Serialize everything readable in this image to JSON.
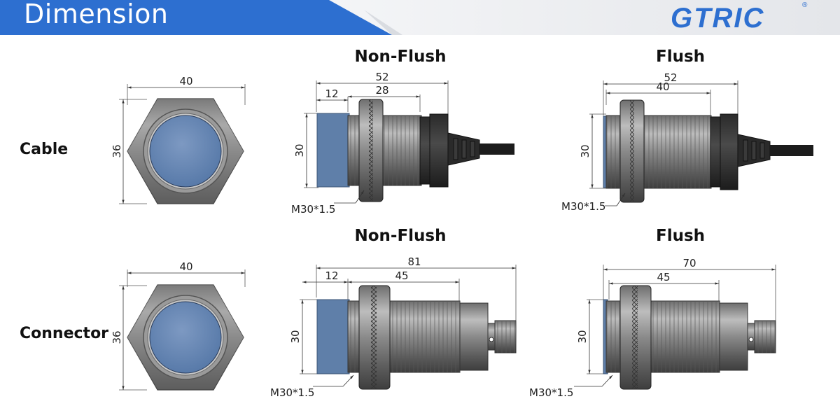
{
  "header": {
    "title": "Dimension",
    "logo": "GTRIC",
    "registered_mark": "®",
    "colors": {
      "banner": "#2d6fd0",
      "logo": "#2d6fd0"
    }
  },
  "rows": {
    "cable": "Cable",
    "connector": "Connector"
  },
  "sections": {
    "cable_nonflush_title": "Non-Flush",
    "cable_flush_title": "Flush",
    "connector_nonflush_title": "Non-Flush",
    "connector_flush_title": "Flush"
  },
  "front_views": {
    "cable": {
      "width": "40",
      "height": "36"
    },
    "connector": {
      "width": "40",
      "height": "36"
    }
  },
  "cable_nonflush": {
    "overall": "52",
    "cap": "12",
    "thread": "28",
    "diameter": "30",
    "thread_spec": "M30*1.5"
  },
  "cable_flush": {
    "overall": "52",
    "thread": "40",
    "diameter": "30",
    "thread_spec": "M30*1.5"
  },
  "connector_nonflush": {
    "overall": "81",
    "cap": "12",
    "thread": "45",
    "diameter": "30",
    "thread_spec": "M30*1.5"
  },
  "connector_flush": {
    "overall": "70",
    "thread": "45",
    "diameter": "30",
    "thread_spec": "M30*1.5"
  }
}
